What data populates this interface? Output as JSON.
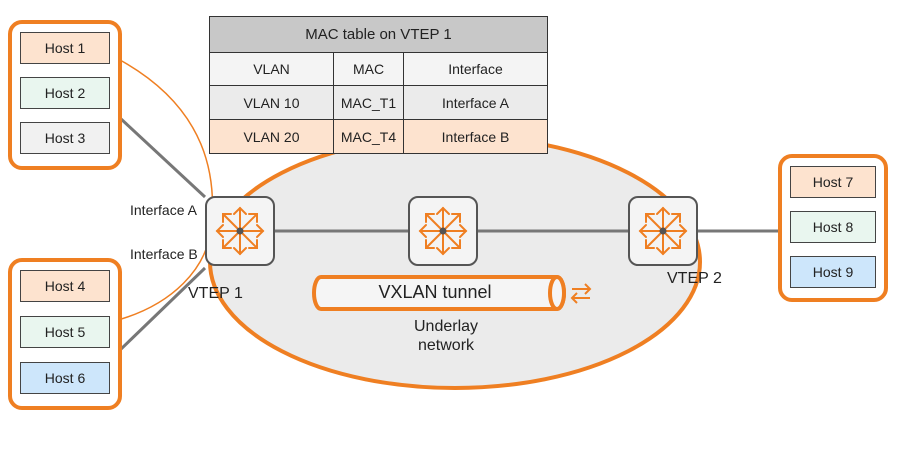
{
  "colors": {
    "accent_orange": "#ef7f22",
    "host_peach": "#fde3cf",
    "host_mint": "#e9f6ef",
    "host_gray": "#f1f1f1",
    "host_blue": "#cde6fb",
    "network_fill": "#ebebeb",
    "table_title_fill": "#c8c8c8"
  },
  "mac_table": {
    "title": "MAC table on VTEP 1",
    "headers": [
      "VLAN",
      "MAC",
      "Interface"
    ],
    "rows": [
      [
        "VLAN 10",
        "MAC_T1",
        "Interface A"
      ],
      [
        "VLAN 20",
        "MAC_T4",
        "Interface B"
      ]
    ]
  },
  "hosts": {
    "group1": [
      "Host 1",
      "Host 2",
      "Host 3"
    ],
    "group2": [
      "Host 4",
      "Host 5",
      "Host 6"
    ],
    "group3": [
      "Host 7",
      "Host 8",
      "Host 9"
    ]
  },
  "labels": {
    "interface_a": "Interface A",
    "interface_b": "Interface B",
    "vtep1": "VTEP 1",
    "vtep2": "VTEP 2",
    "tunnel": "VXLAN tunnel",
    "underlay_line1": "Underlay",
    "underlay_line2": "network"
  },
  "icons": {
    "switch": "router-arrows-icon",
    "tunnel_arrows": "bidirectional-arrows-icon"
  }
}
